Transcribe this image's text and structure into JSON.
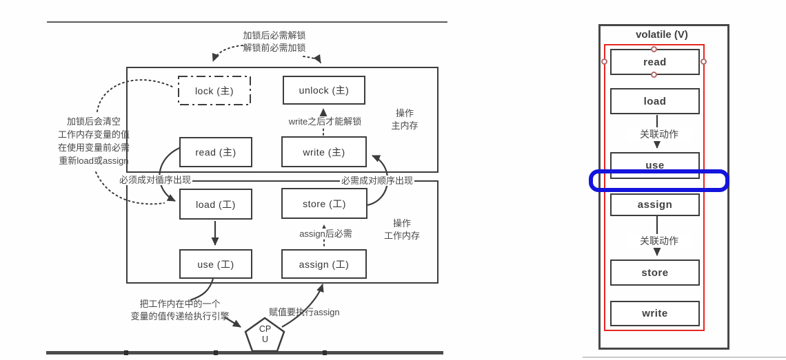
{
  "left": {
    "boxes": {
      "lock": "lock (主)",
      "unlock": "unlock (主)",
      "read": "read (主)",
      "write": "write (主)",
      "load": "load (工)",
      "store": "store (工)",
      "use": "use (工)",
      "assign": "assign (工)"
    },
    "notes": {
      "lock_rule": [
        "加锁后必需解锁",
        "解锁前必需加锁"
      ],
      "lock_clear": [
        "加锁后会清空",
        "工作内存变量的值",
        "在使用变量前必需",
        "重新load或assign"
      ],
      "write_before_unlock": "write之后才能解锁",
      "main_memory": [
        "操作",
        "主内存"
      ],
      "working_memory": [
        "操作",
        "工作内存"
      ],
      "pair_order_left": "必须成对循序出现",
      "pair_order_right": "必需成对顺序出现",
      "assign_required": "assign后必需",
      "use_to_engine": [
        "把工作内在中的一个",
        "变量的值传递给执行引擎"
      ],
      "assign_on_set": "赋值要执行assign",
      "cpu": [
        "CP",
        "U"
      ]
    }
  },
  "right": {
    "title": "volatile (V)",
    "boxes": [
      "read",
      "load",
      "use",
      "assign",
      "store",
      "write"
    ],
    "link_label_1": "关联动作",
    "link_label_2": "关联动作",
    "colors": {
      "frame_red": "#e8251f",
      "highlight_blue": "#1414dd",
      "handle_rose": "#b4686a",
      "line_dark": "#3c3c3c"
    }
  }
}
